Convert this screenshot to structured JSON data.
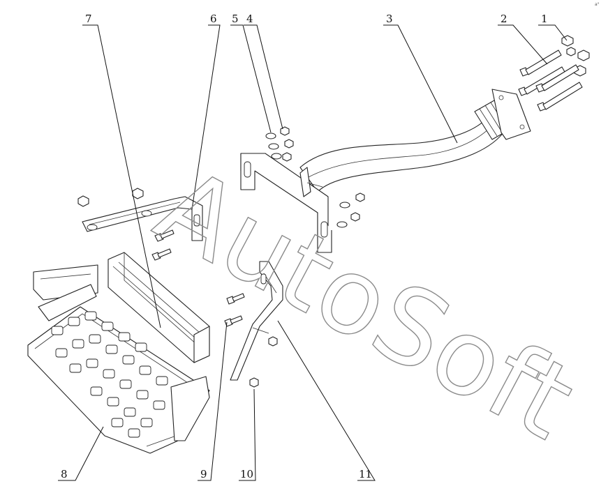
{
  "watermark": "AutoSoft",
  "corner_mark": "a°",
  "callouts": [
    {
      "id": "1",
      "label": "1"
    },
    {
      "id": "2",
      "label": "2"
    },
    {
      "id": "3",
      "label": "3"
    },
    {
      "id": "4",
      "label": "4"
    },
    {
      "id": "5",
      "label": "5"
    },
    {
      "id": "6",
      "label": "6"
    },
    {
      "id": "7",
      "label": "7"
    },
    {
      "id": "8",
      "label": "8"
    },
    {
      "id": "9",
      "label": "9"
    },
    {
      "id": "10",
      "label": "10"
    },
    {
      "id": "11",
      "label": "11"
    }
  ]
}
